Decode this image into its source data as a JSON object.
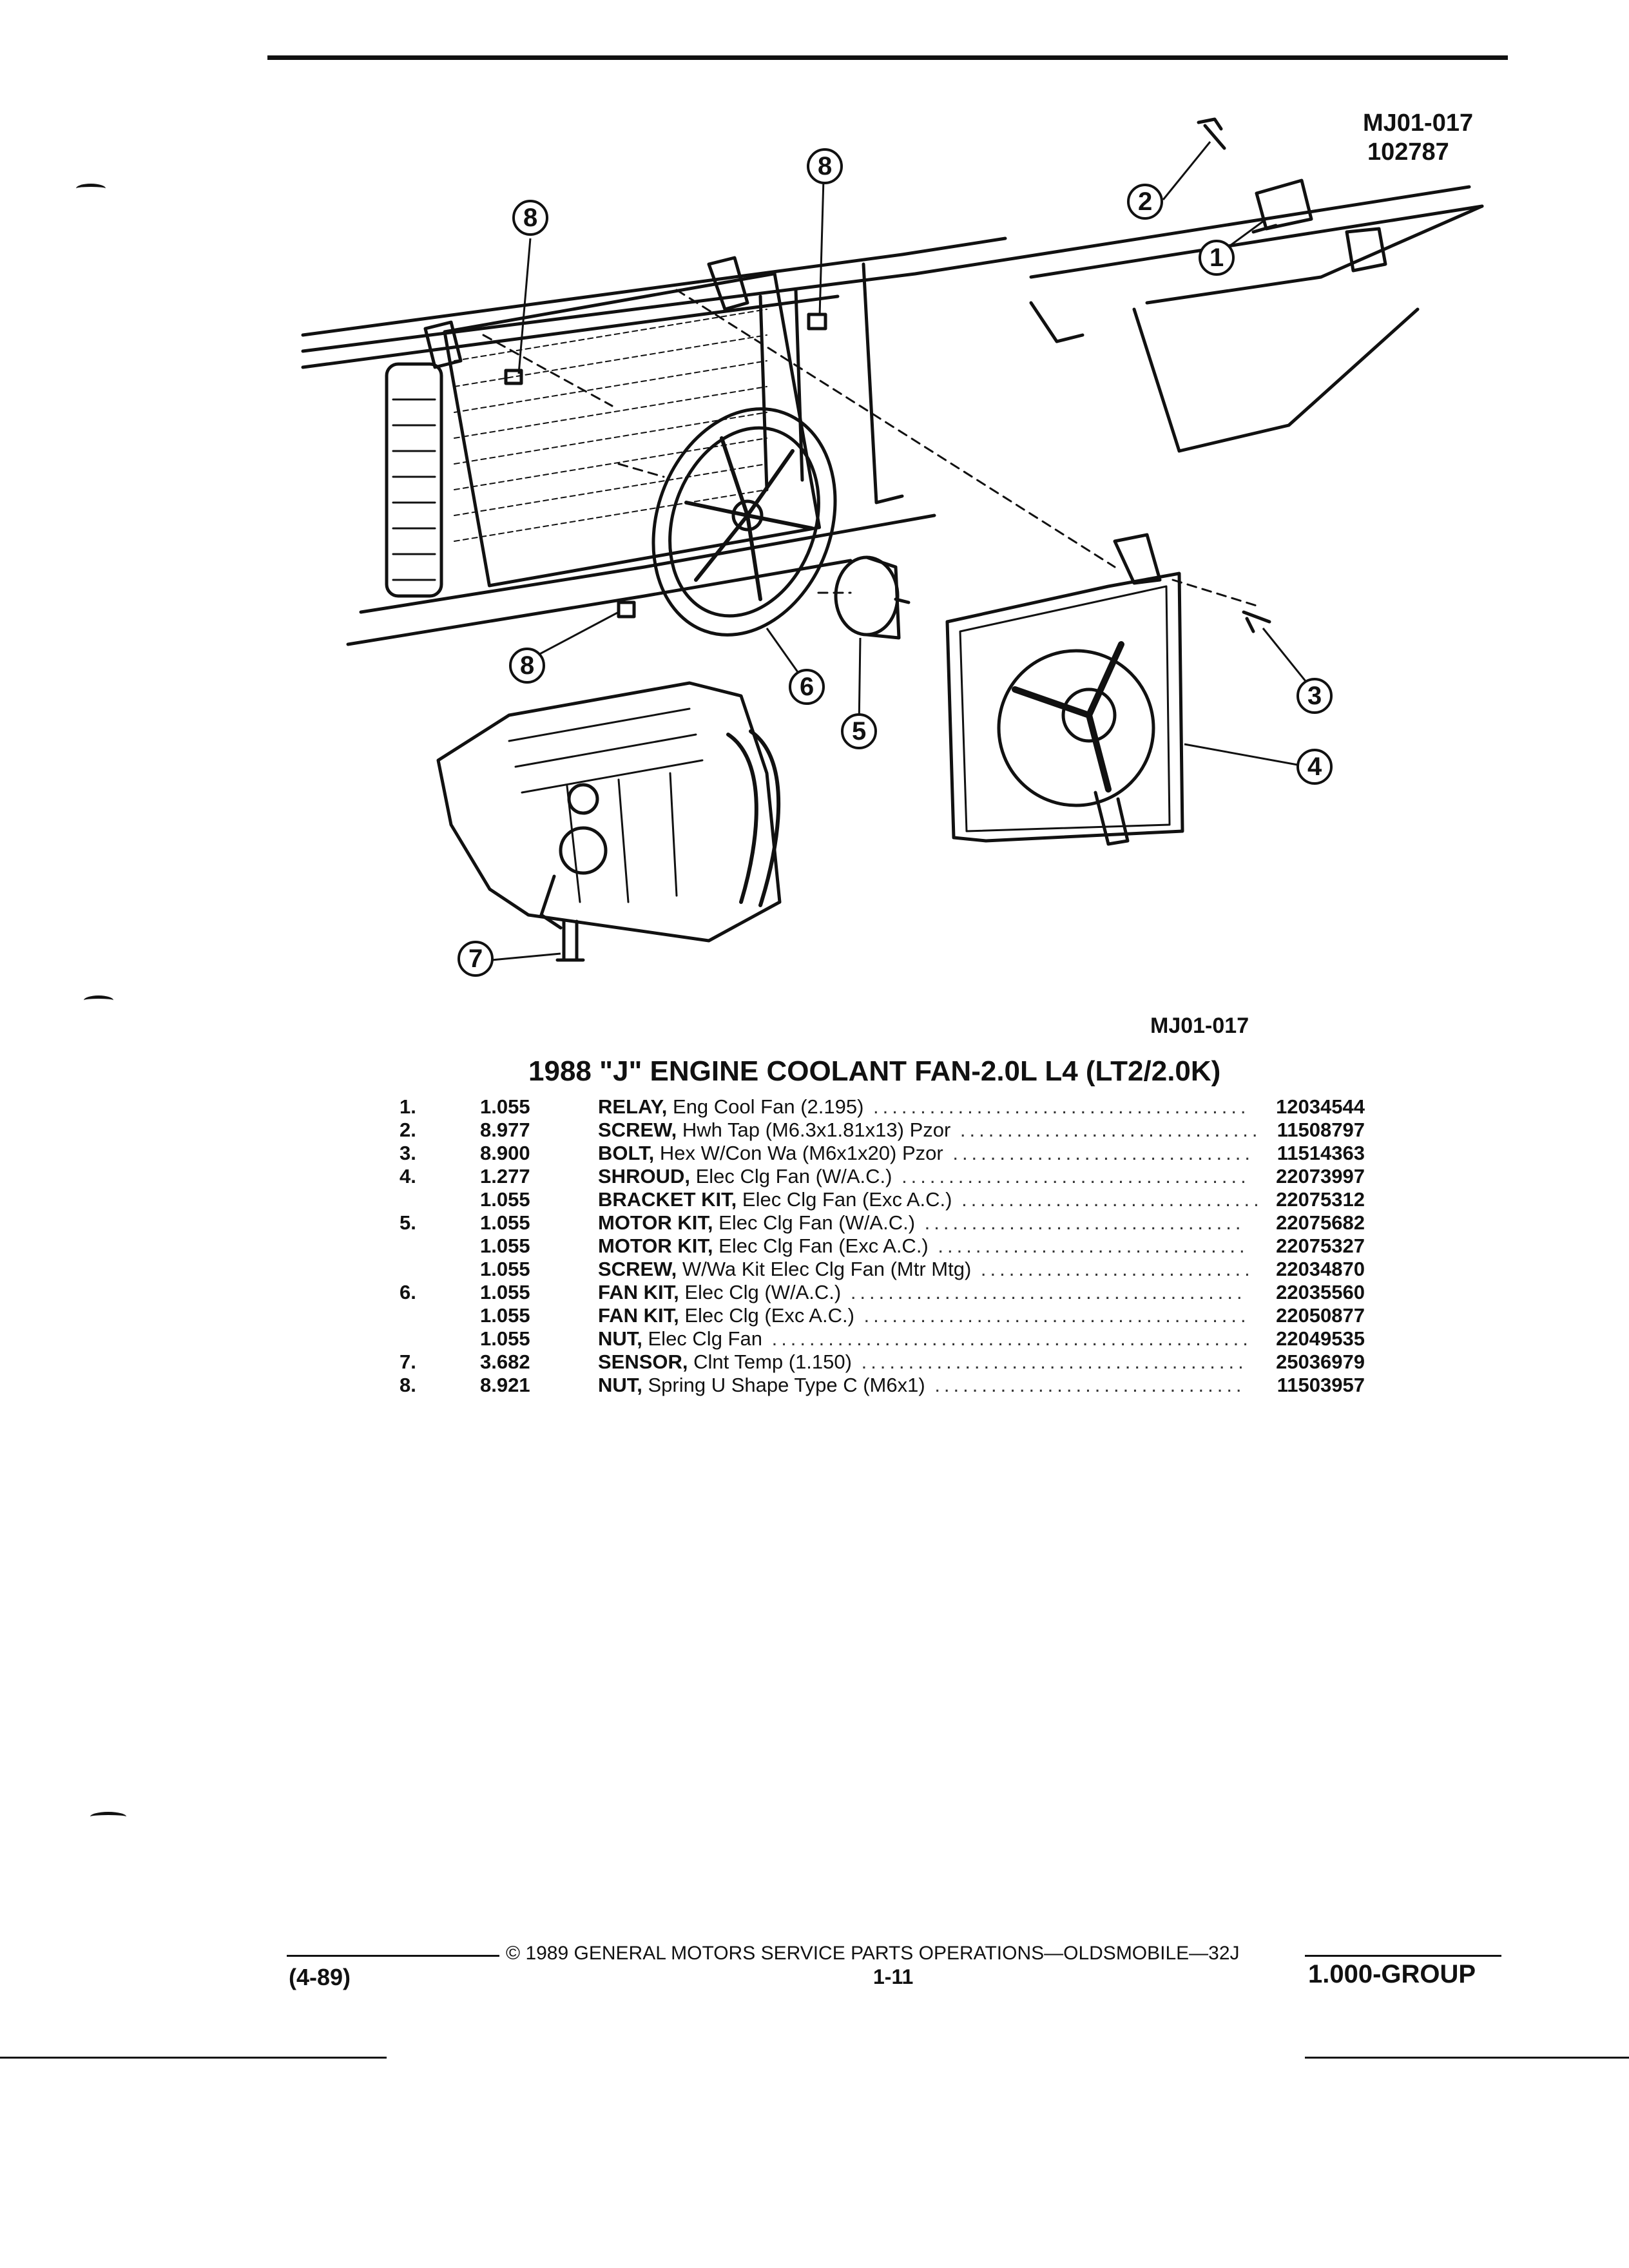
{
  "figure": {
    "code_top": "MJ01-017",
    "date_code": "102787",
    "code_bottom": "MJ01-017",
    "callouts": [
      "1",
      "2",
      "3",
      "4",
      "5",
      "6",
      "7",
      "8"
    ]
  },
  "title": "1988 \"J\" ENGINE COOLANT FAN-2.0L L4 (LT2/2.0K)",
  "parts": [
    {
      "item": "1.",
      "group": "1.055",
      "name": "RELAY,",
      "desc": " Eng Cool Fan (2.195)",
      "part": "12034544"
    },
    {
      "item": "2.",
      "group": "8.977",
      "name": "SCREW,",
      "desc": " Hwh Tap (M6.3x1.81x13) Pzor",
      "part": "11508797"
    },
    {
      "item": "3.",
      "group": "8.900",
      "name": "BOLT,",
      "desc": " Hex W/Con Wa (M6x1x20) Pzor",
      "part": "11514363"
    },
    {
      "item": "4.",
      "group": "1.277",
      "name": "SHROUD,",
      "desc": " Elec Clg Fan (W/A.C.)",
      "part": "22073997"
    },
    {
      "item": "",
      "group": "1.055",
      "name": "BRACKET KIT,",
      "desc": " Elec Clg Fan (Exc A.C.)",
      "part": "22075312"
    },
    {
      "item": "5.",
      "group": "1.055",
      "name": "MOTOR KIT,",
      "desc": " Elec Clg Fan (W/A.C.)",
      "part": "22075682"
    },
    {
      "item": "",
      "group": "1.055",
      "name": "MOTOR KIT,",
      "desc": " Elec Clg Fan (Exc A.C.)",
      "part": "22075327"
    },
    {
      "item": "",
      "group": "1.055",
      "name": "SCREW,",
      "desc": " W/Wa Kit Elec Clg Fan (Mtr Mtg)",
      "part": "22034870"
    },
    {
      "item": "6.",
      "group": "1.055",
      "name": "FAN KIT,",
      "desc": " Elec Clg (W/A.C.)",
      "part": "22035560"
    },
    {
      "item": "",
      "group": "1.055",
      "name": "FAN KIT,",
      "desc": " Elec Clg (Exc A.C.)",
      "part": "22050877"
    },
    {
      "item": "",
      "group": "1.055",
      "name": "NUT,",
      "desc": " Elec Clg Fan",
      "part": "22049535"
    },
    {
      "item": "7.",
      "group": "3.682",
      "name": "SENSOR,",
      "desc": " Clnt Temp (1.150)",
      "part": "25036979"
    },
    {
      "item": "8.",
      "group": "8.921",
      "name": "NUT,",
      "desc": " Spring U Shape Type C (M6x1)",
      "part": "11503957"
    }
  ],
  "footer": {
    "copyright": "© 1989 GENERAL MOTORS SERVICE PARTS OPERATIONS—OLDSMOBILE—32J",
    "revision": "(4-89)",
    "page": "1-11",
    "group": "1.000-GROUP"
  }
}
